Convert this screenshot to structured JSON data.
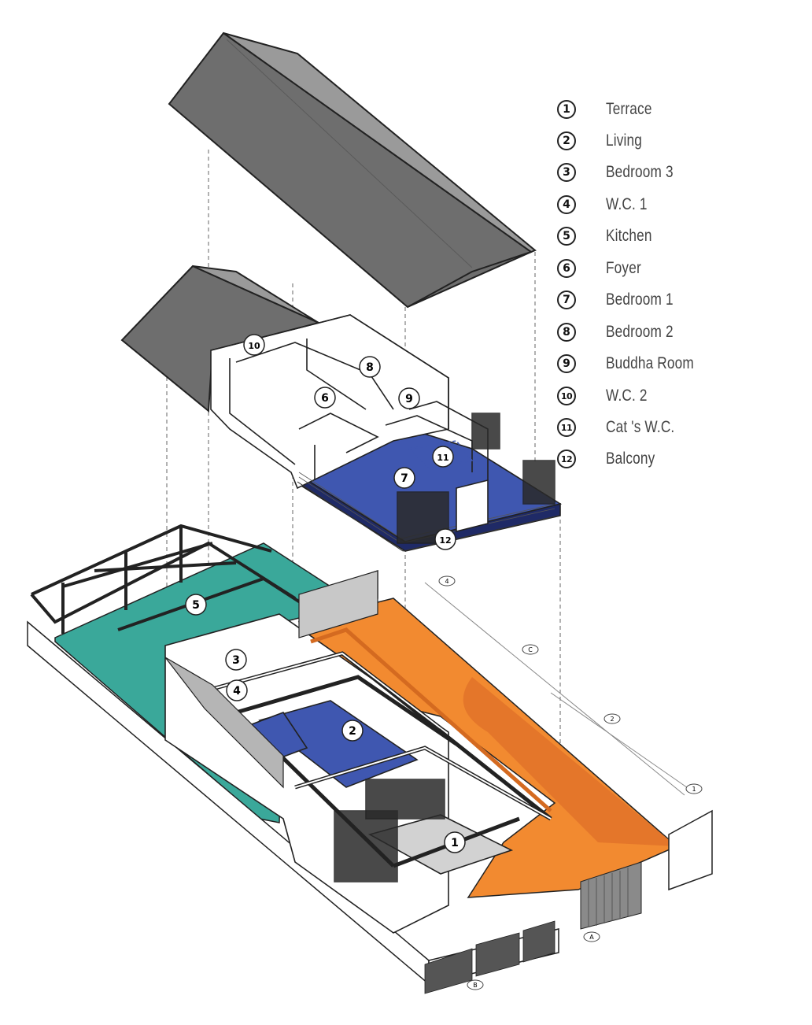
{
  "legend": [
    {
      "num": "1",
      "label": "Terrace"
    },
    {
      "num": "2",
      "label": "Living"
    },
    {
      "num": "3",
      "label": "Bedroom 3"
    },
    {
      "num": "4",
      "label": "W.C. 1"
    },
    {
      "num": "5",
      "label": "Kitchen"
    },
    {
      "num": "6",
      "label": "Foyer"
    },
    {
      "num": "7",
      "label": "Bedroom 1"
    },
    {
      "num": "8",
      "label": "Bedroom 2"
    },
    {
      "num": "9",
      "label": "Buddha Room"
    },
    {
      "num": "10",
      "label": "W.C. 2"
    },
    {
      "num": "11",
      "label": "Cat 's W.C."
    },
    {
      "num": "12",
      "label": "Balcony"
    }
  ],
  "room_tags": [
    "1",
    "2",
    "3",
    "4",
    "5",
    "6",
    "7",
    "8",
    "9",
    "10",
    "11",
    "12"
  ],
  "grid_tags": [
    "4",
    "C",
    "2",
    "1",
    "A",
    "B"
  ],
  "colors": {
    "roof": "#707070",
    "roof_light": "#8a8a8a",
    "bedroom_floor": "#3f57b0",
    "terrace_floor": "#f28a30",
    "kitchen_floor": "#3aa89a",
    "wall": "#ffffff",
    "outline": "#222222"
  }
}
